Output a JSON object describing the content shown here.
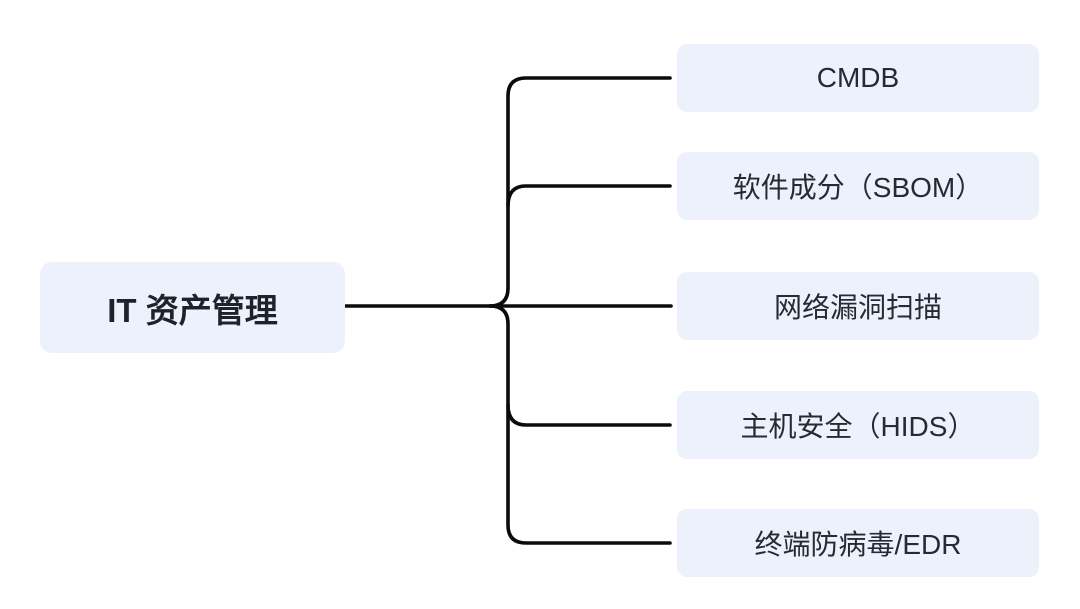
{
  "diagram": {
    "type": "mindmap",
    "root": {
      "label": "IT 资产管理"
    },
    "children": [
      {
        "label": "CMDB"
      },
      {
        "label": "软件成分（SBOM）"
      },
      {
        "label": "网络漏洞扫描"
      },
      {
        "label": "主机安全（HIDS）"
      },
      {
        "label": "终端防病毒/EDR"
      }
    ],
    "colors": {
      "background": "#ffffff",
      "node_bg": "#edf1fb",
      "node_text": "#262b33",
      "root_text": "#1d222b",
      "line": "#0b0b0c"
    }
  }
}
